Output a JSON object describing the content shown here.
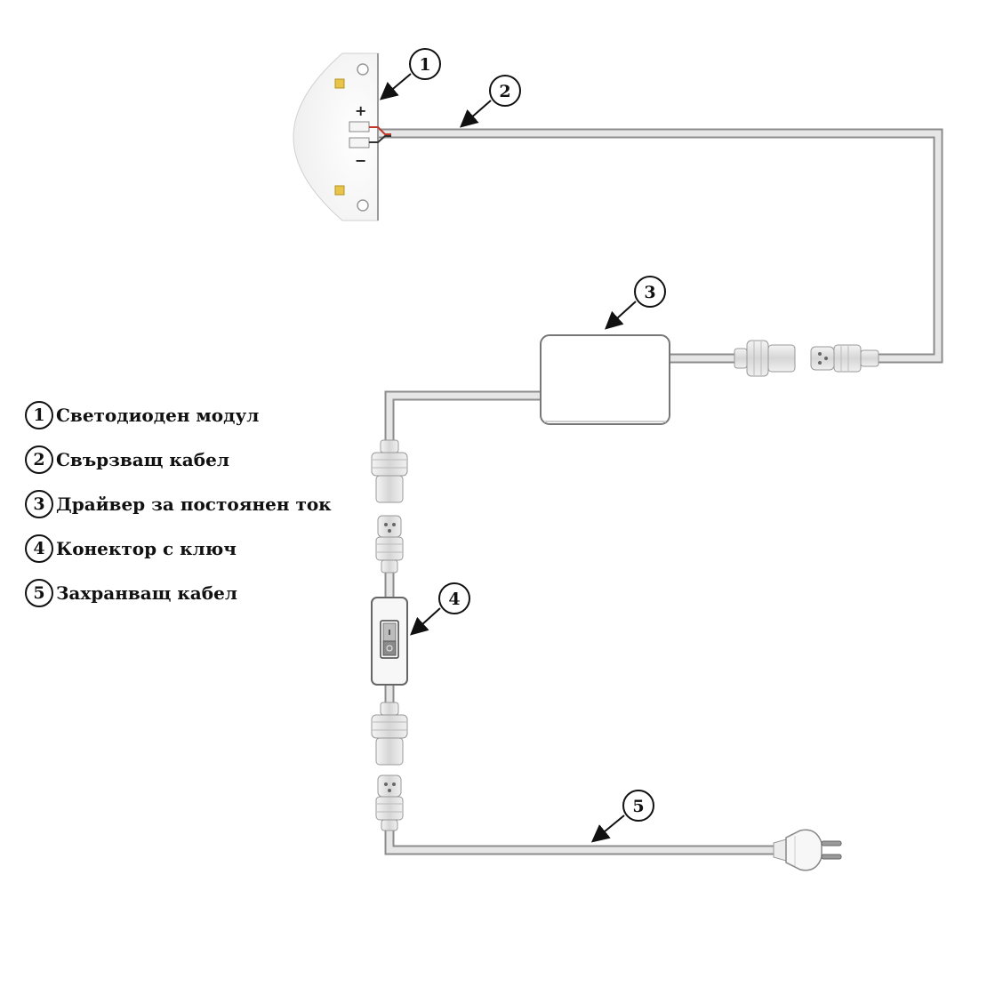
{
  "polarity": {
    "plus": "+",
    "minus": "−"
  },
  "callouts": [
    "1",
    "2",
    "3",
    "4",
    "5"
  ],
  "legend": [
    {
      "num": "1",
      "label": "Светодиоден модул"
    },
    {
      "num": "2",
      "label": "Свързващ кабел"
    },
    {
      "num": "3",
      "label": "Драйвер за постоянен ток"
    },
    {
      "num": "4",
      "label": "Конектор с ключ"
    },
    {
      "num": "5",
      "label": "Захранващ кабел"
    }
  ],
  "colors": {
    "cable": "#d9d9d9",
    "outline": "#8c8c8c",
    "wire_red": "#c0392b",
    "led": "#e8c44a",
    "text": "#111111"
  }
}
